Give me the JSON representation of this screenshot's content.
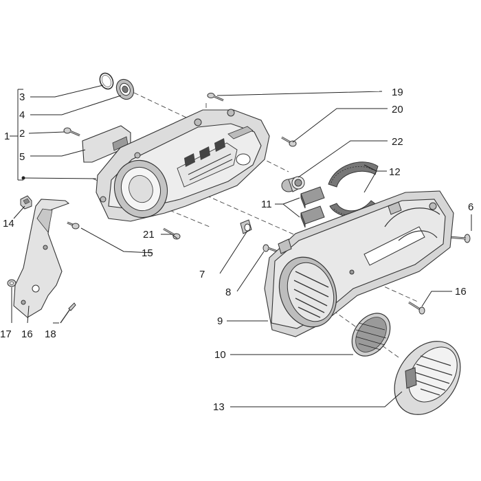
{
  "diagram": {
    "labels": {
      "p1": "1",
      "p2": "2",
      "p3": "3",
      "p4": "4",
      "p5": "5",
      "p6": "6",
      "p7": "7",
      "p8": "8",
      "p9": "9",
      "p10": "10",
      "p11": "11",
      "p12": "12",
      "p13": "13",
      "p14": "14",
      "p15": "15",
      "p16a": "16",
      "p16b": "16",
      "p17": "17",
      "p18": "18",
      "p19": "19",
      "p20": "20",
      "p21": "21",
      "p22": "22"
    },
    "colors": {
      "line": "#222222",
      "part_fill": "#d4d4d4",
      "part_dark": "#9a9a9a",
      "background": "#ffffff"
    }
  }
}
